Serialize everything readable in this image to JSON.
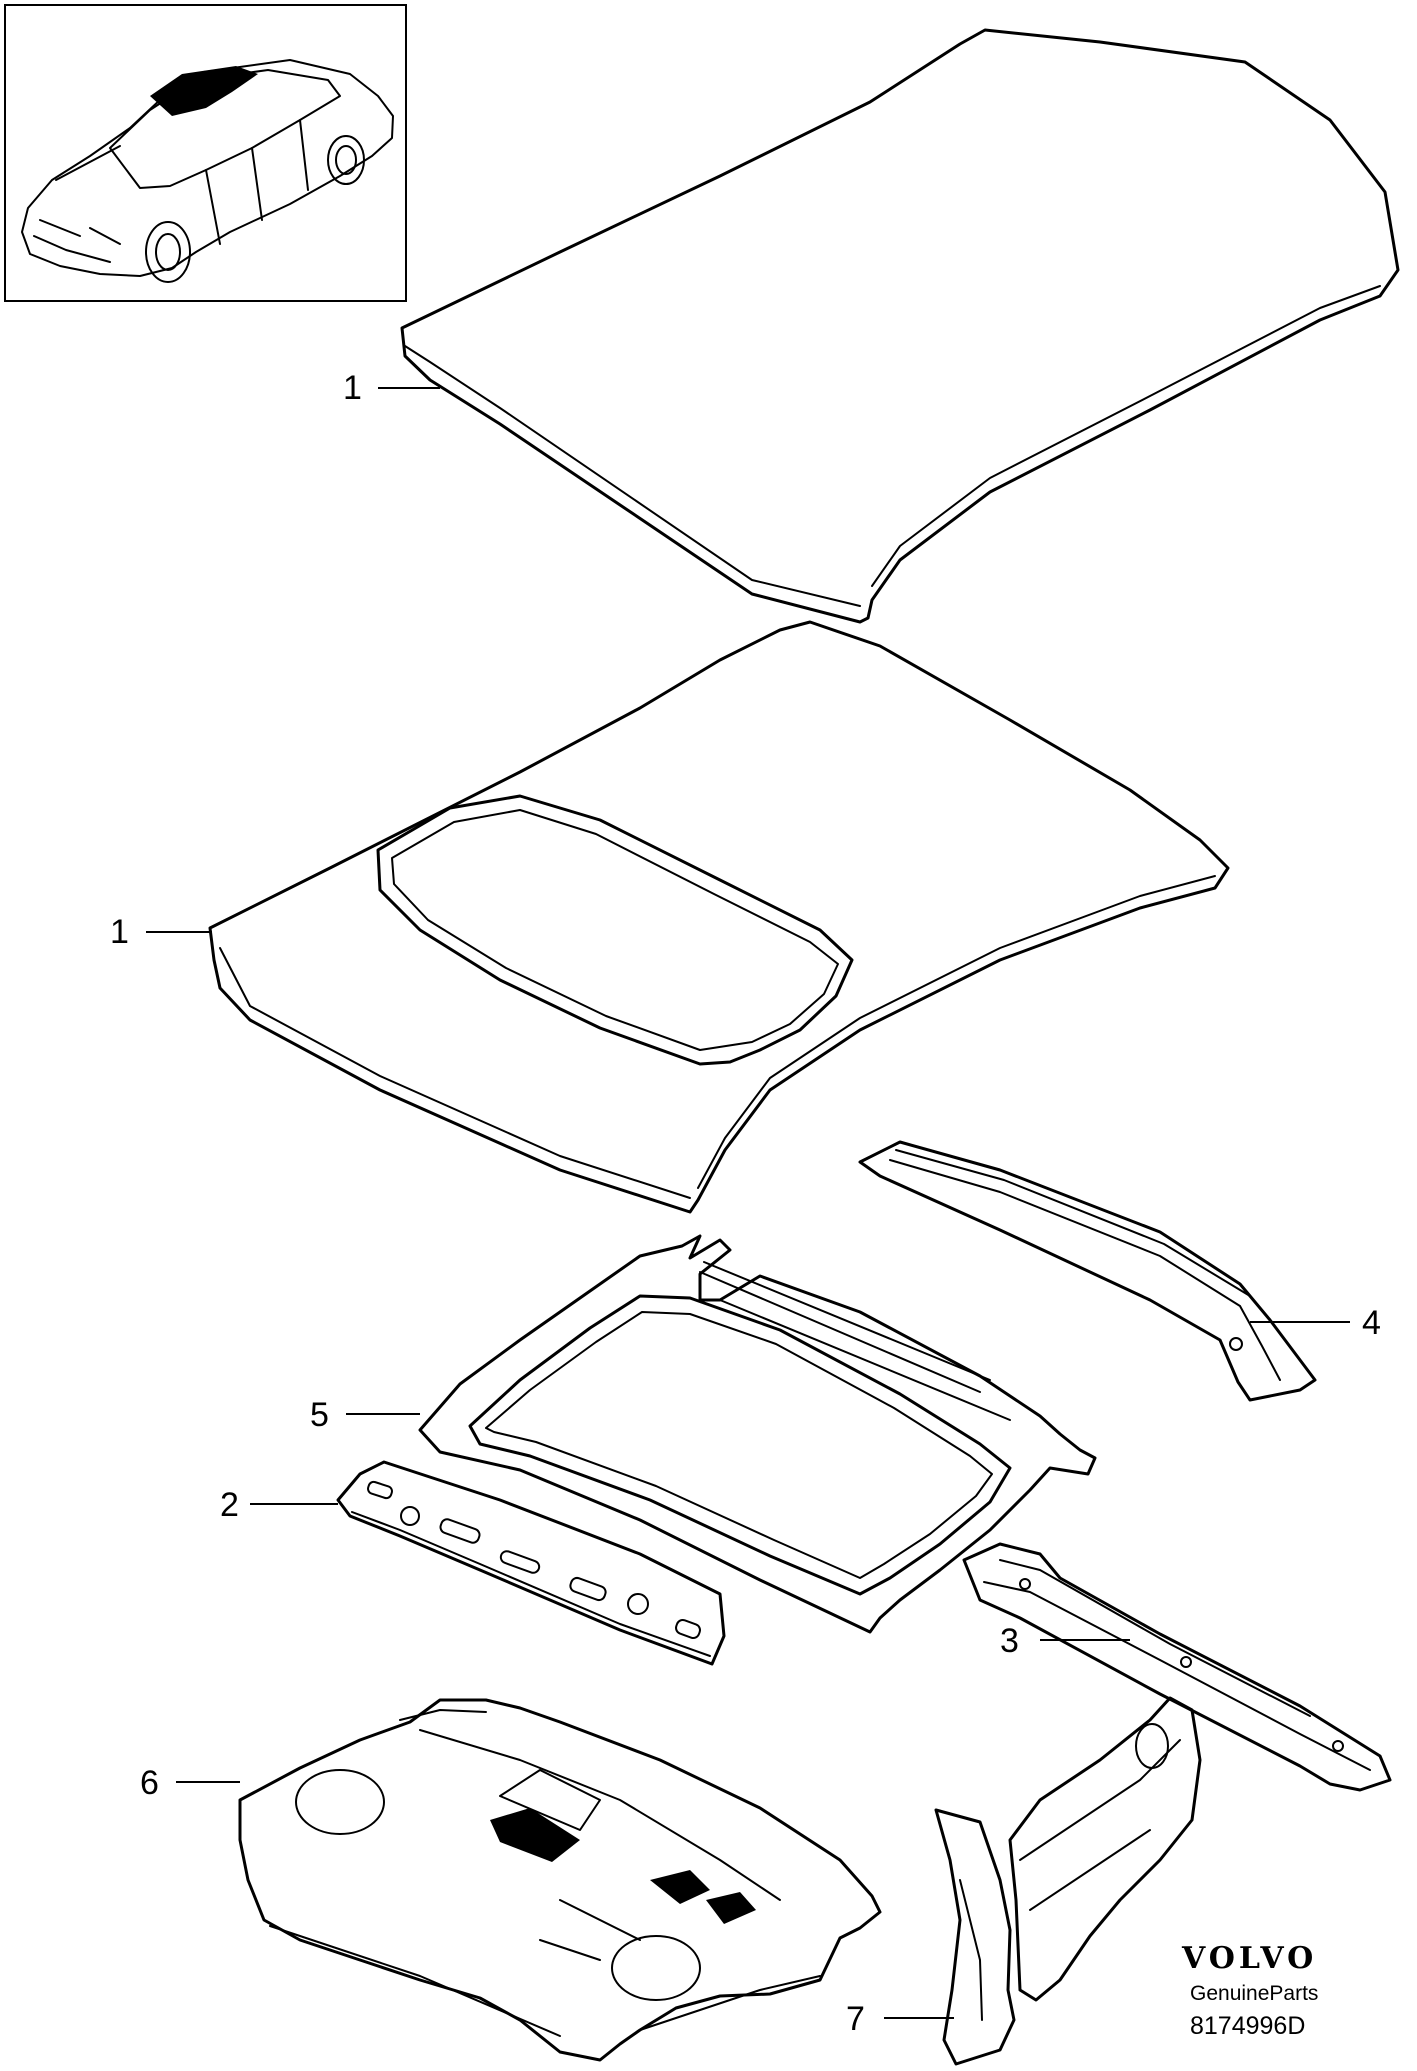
{
  "diagram": {
    "callouts": [
      {
        "id": "roof-panel",
        "number": "1"
      },
      {
        "id": "roof-panel-sunroof",
        "number": "1"
      },
      {
        "id": "roof-frame-sunroof",
        "number": "5"
      },
      {
        "id": "cross-member-front",
        "number": "2"
      },
      {
        "id": "cross-member-rear",
        "number": "4"
      },
      {
        "id": "cross-member-middle",
        "number": "3"
      },
      {
        "id": "parcel-shelf",
        "number": "6"
      },
      {
        "id": "rear-pillar-reinforcement",
        "number": "7"
      }
    ],
    "brand": {
      "name": "VOLVO",
      "tagline": "GenuineParts",
      "diagram_code": "8174996D"
    },
    "thumbnail_icon": "car-sedan-icon"
  }
}
